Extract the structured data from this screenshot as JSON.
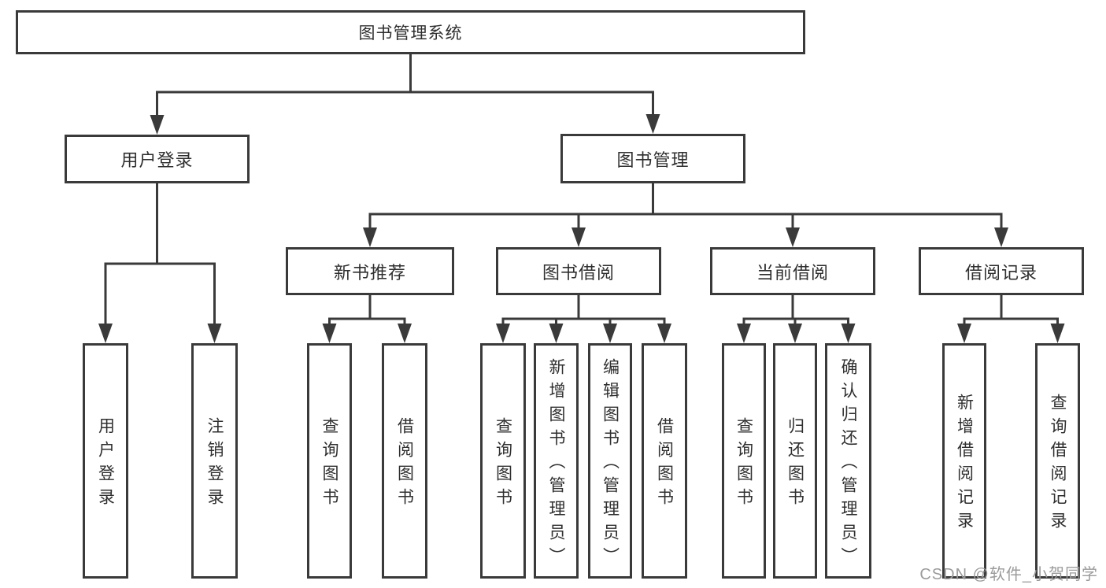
{
  "diagram": {
    "title": "图书管理系统",
    "watermark": "CSDN @软件_小贺同学",
    "colors": {
      "line": "#3a3a3a",
      "node_border": "#3a3a3a",
      "text": "#2f2f2f",
      "watermark": "#9b9b9b",
      "background": "#ffffff"
    },
    "nodes": {
      "root": "图书管理系统",
      "user_login": "用户登录",
      "book_management": "图书管理",
      "new_book_recommend": "新书推荐",
      "book_borrowing": "图书借阅",
      "current_borrowing": "当前借阅",
      "borrowing_records": "借阅记录",
      "leaf_user_login": "用户登录",
      "leaf_logout": "注销登录",
      "leaf_nb_query_books": "查询图书",
      "leaf_nb_borrow_books": "借阅图书",
      "leaf_bb_query_books": "查询图书",
      "leaf_bb_add_books_admin": "新增图书（管理员）",
      "leaf_bb_edit_books_admin": "编辑图书（管理员）",
      "leaf_bb_borrow_books": "借阅图书",
      "leaf_cb_query_books": "查询图书",
      "leaf_cb_return_books": "归还图书",
      "leaf_cb_confirm_return_admin": "确认归还（管理员）",
      "leaf_br_add_record": "新增借阅记录",
      "leaf_br_query_record": "查询借阅记录"
    }
  }
}
